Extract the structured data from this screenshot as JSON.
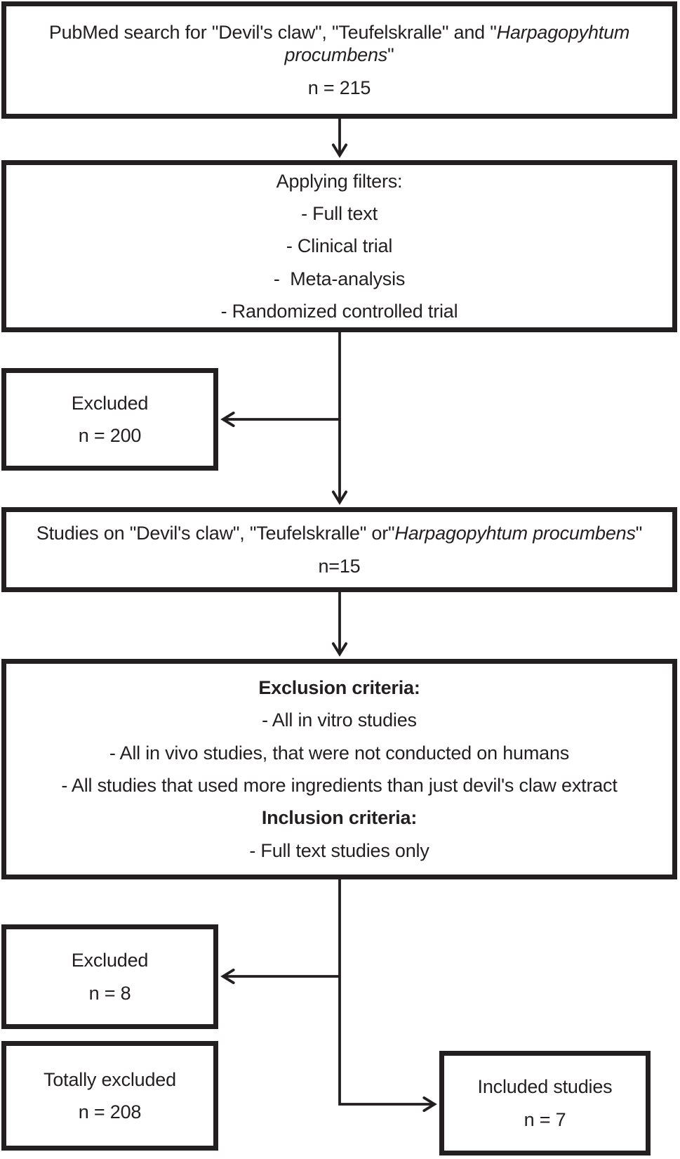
{
  "figure_type": "study-selection-flowchart",
  "colors": {
    "line": "#231f20",
    "text": "#231f20",
    "background": "#ffffff"
  },
  "boxes": {
    "search": {
      "title_runs": [
        {
          "t": "PubMed search for \"Devil's claw\", \"Teufelskralle\" and \""
        },
        {
          "t": "Harpagopyhtum",
          "i": true
        },
        {
          "br": true
        },
        {
          "t": "procumbens",
          "i": true
        },
        {
          "t": "\""
        }
      ],
      "count": "n = 215"
    },
    "filters": {
      "lines": [
        {
          "t": "Applying filters:"
        },
        {
          "t": "- Full text"
        },
        {
          "t": "- Clinical trial"
        },
        {
          "t": "-  Meta-analysis"
        },
        {
          "t": "- Randomized controlled trial"
        }
      ]
    },
    "excluded_200": {
      "label": "Excluded",
      "count": "n = 200"
    },
    "studies": {
      "title_runs": [
        {
          "t": "Studies on \"Devil's claw\", \"Teufelskralle\" or\""
        },
        {
          "t": "Harpagopyhtum procumbens",
          "i": true
        },
        {
          "t": "\""
        }
      ],
      "count": "n=15"
    },
    "criteria": {
      "lines": [
        {
          "t": "Exclusion criteria:",
          "b": true
        },
        {
          "t": "- All in vitro studies"
        },
        {
          "t": "- All in vivo studies, that were not conducted on humans"
        },
        {
          "t": "- All studies that used more ingredients than just devil's claw extract"
        },
        {
          "t": "Inclusion criteria:",
          "b": true
        },
        {
          "t": "- Full text studies only"
        }
      ]
    },
    "excluded_8": {
      "label": "Excluded",
      "count": "n = 8"
    },
    "totally_excluded": {
      "label": "Totally excluded",
      "count": "n = 208"
    },
    "included": {
      "label": "Included studies",
      "count": "n = 7"
    }
  }
}
